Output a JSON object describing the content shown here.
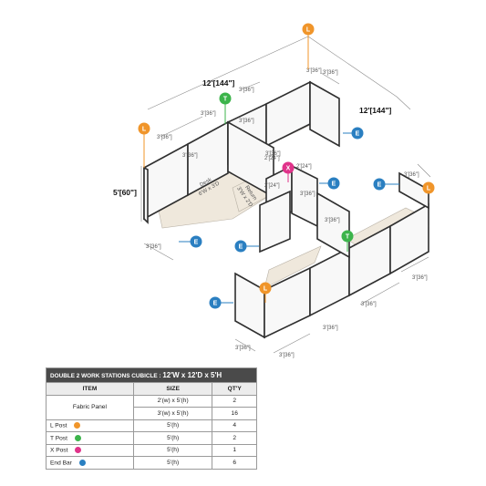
{
  "diagram": {
    "overall_width": "12'[144\"]",
    "overall_depth": "12'[144\"]",
    "height": "5'[60\"]",
    "panel_3ft": "3'[36\"]",
    "panel_2ft": "2'[24\"]",
    "desk_label": "Desk",
    "desk_size": "6'W x 3'D",
    "return_label": "Return",
    "return_size": "3'W x 2'D",
    "markers": {
      "L": "L",
      "T": "T",
      "X": "X",
      "E": "E"
    }
  },
  "colors": {
    "l_post": "#f0952a",
    "t_post": "#3cb44b",
    "x_post": "#e0338a",
    "end_bar": "#2a7fc1",
    "frame": "#2f2f2f",
    "desk": "#efe8dc"
  },
  "table": {
    "title": "DOUBLE 2 WORK STATIONS CUBICLE :",
    "dims": "12'W x 12'D x 5'H",
    "headers": [
      "ITEM",
      "SIZE",
      "QT'Y"
    ],
    "fabric_label": "Fabric Panel",
    "rows": [
      {
        "item": "",
        "size": "2'(w) x 5'(h)",
        "qty": "2"
      },
      {
        "item": "",
        "size": "3'(w) x 5'(h)",
        "qty": "16"
      },
      {
        "item": "L Post",
        "size": "5'(h)",
        "qty": "4"
      },
      {
        "item": "T Post",
        "size": "5'(h)",
        "qty": "2"
      },
      {
        "item": "X Post",
        "size": "5'(h)",
        "qty": "1"
      },
      {
        "item": "End Bar",
        "size": "5'(h)",
        "qty": "6"
      }
    ]
  }
}
